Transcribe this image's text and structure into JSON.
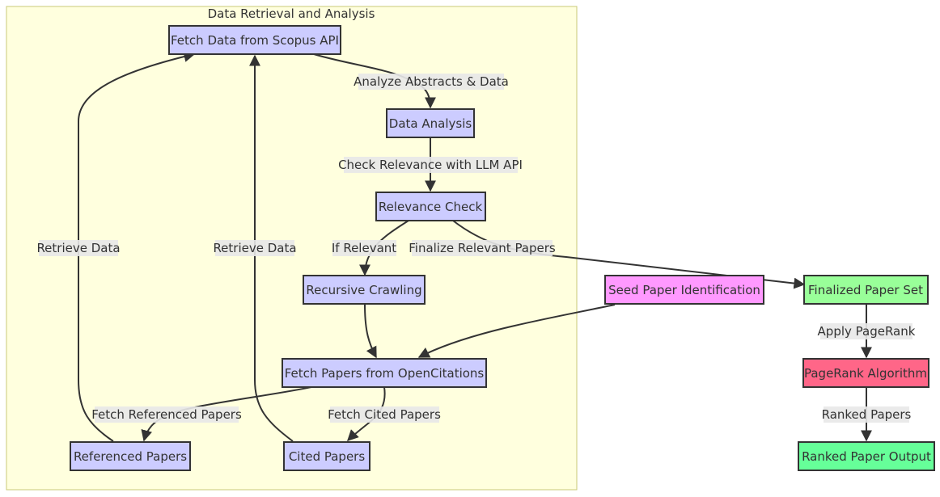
{
  "subgraph": {
    "title": "Data Retrieval and Analysis"
  },
  "colors": {
    "default_node": "#ccccff",
    "seed_node": "#ff99ff",
    "finalized_node": "#99ff99",
    "pagerank_node": "#ff6688",
    "output_node": "#66ff99",
    "subgraph_fill": "#ffffde"
  },
  "nodes": {
    "fetch_scopus": "Fetch Data from Scopus API",
    "data_analysis": "Data Analysis",
    "relevance_check": "Relevance Check",
    "recursive_crawling": "Recursive Crawling",
    "fetch_opencitations": "Fetch Papers from OpenCitations",
    "referenced_papers": "Referenced Papers",
    "cited_papers": "Cited Papers",
    "seed_paper": "Seed Paper Identification",
    "finalized_set": "Finalized Paper Set",
    "pagerank": "PageRank Algorithm",
    "ranked_output": "Ranked Paper Output"
  },
  "edges": {
    "analyze": "Analyze Abstracts & Data",
    "check_relevance": "Check Relevance with LLM API",
    "if_relevant": "If Relevant",
    "finalize": "Finalize Relevant Papers",
    "fetch_referenced": "Fetch Referenced Papers",
    "fetch_cited": "Fetch Cited Papers",
    "retrieve_left": "Retrieve Data",
    "retrieve_mid": "Retrieve Data",
    "apply_pagerank": "Apply PageRank",
    "ranked_papers": "Ranked Papers"
  }
}
